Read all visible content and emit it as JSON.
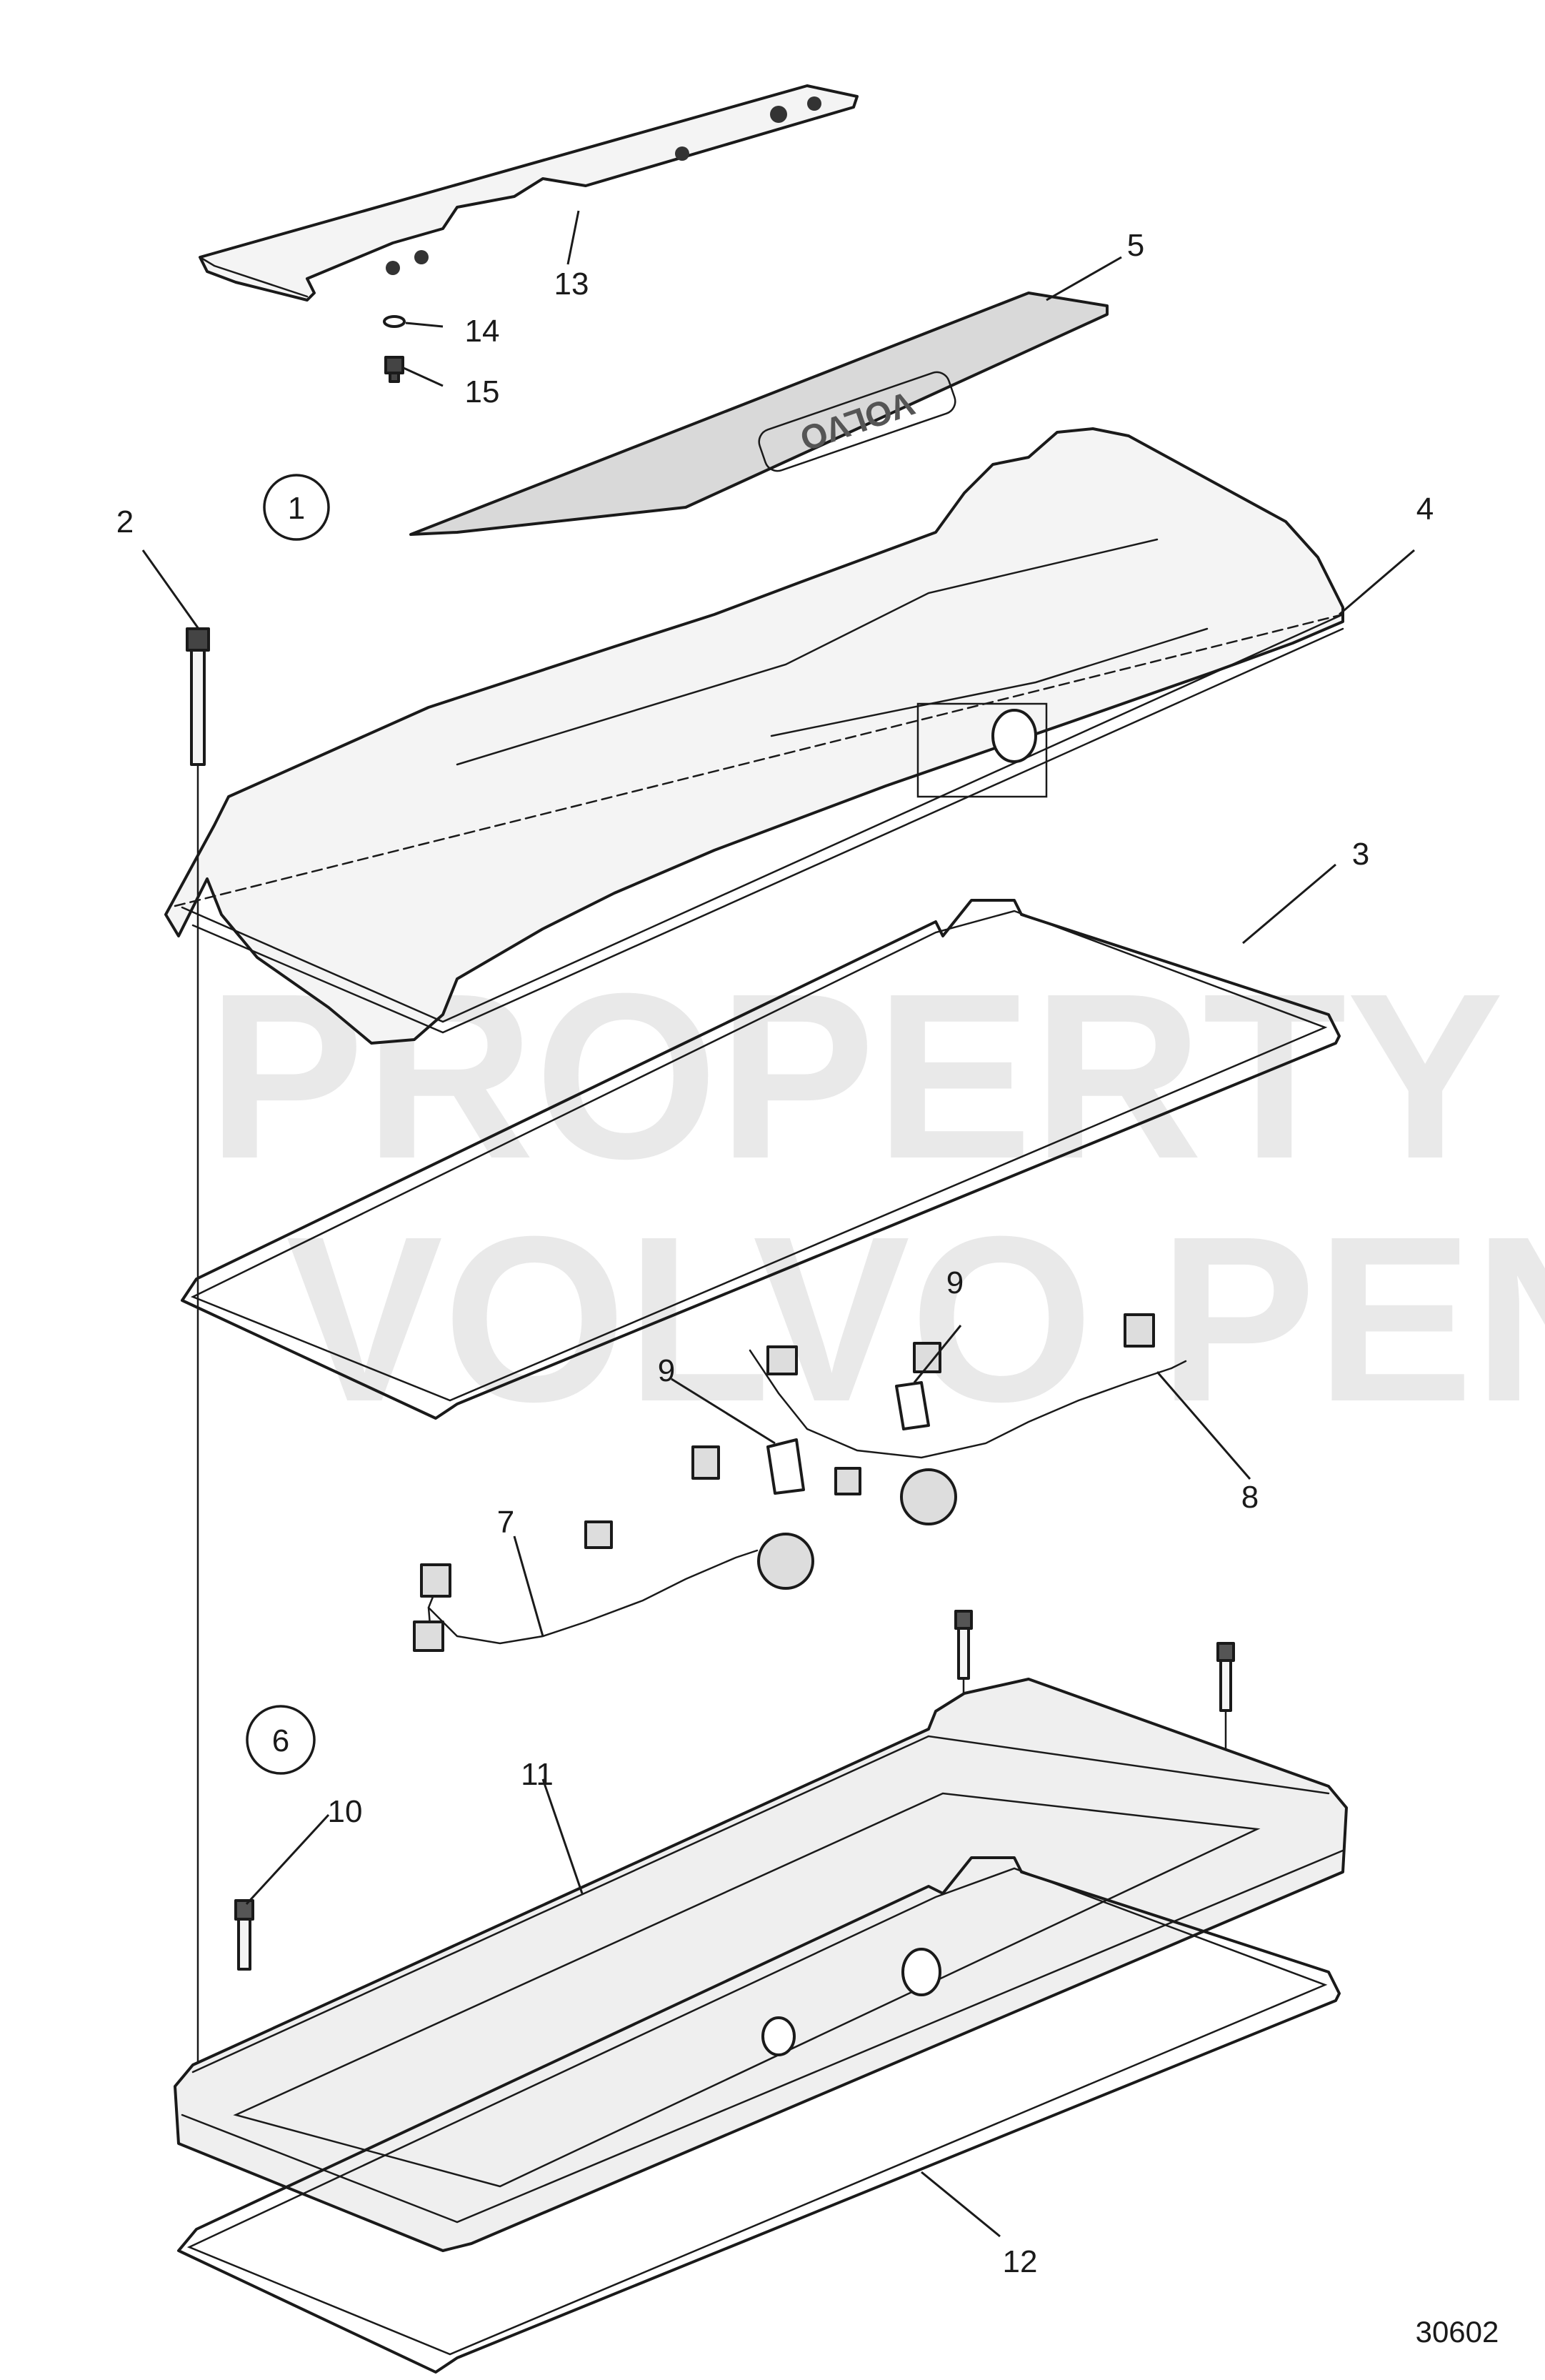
{
  "watermark": {
    "line1": "PROPERTY OF",
    "line2": "VOLVO PENTA"
  },
  "logo_text": "VOLVO",
  "drawing_number": "30602",
  "group_markers": [
    {
      "id": "1",
      "label": "1"
    },
    {
      "id": "6",
      "label": "6"
    }
  ],
  "callouts": [
    {
      "id": "2",
      "label": "2"
    },
    {
      "id": "3",
      "label": "3"
    },
    {
      "id": "4",
      "label": "4"
    },
    {
      "id": "5",
      "label": "5"
    },
    {
      "id": "7",
      "label": "7"
    },
    {
      "id": "8",
      "label": "8"
    },
    {
      "id": "9a",
      "label": "9"
    },
    {
      "id": "9b",
      "label": "9"
    },
    {
      "id": "10",
      "label": "10"
    },
    {
      "id": "11",
      "label": "11"
    },
    {
      "id": "12",
      "label": "12"
    },
    {
      "id": "13",
      "label": "13"
    },
    {
      "id": "14",
      "label": "14"
    },
    {
      "id": "15",
      "label": "15"
    }
  ],
  "colors": {
    "line": "#1a1a1a",
    "part_fill": "#f4f4f4",
    "cover_plate_fill": "#d9d9d9",
    "watermark": "#e9e9e9"
  }
}
